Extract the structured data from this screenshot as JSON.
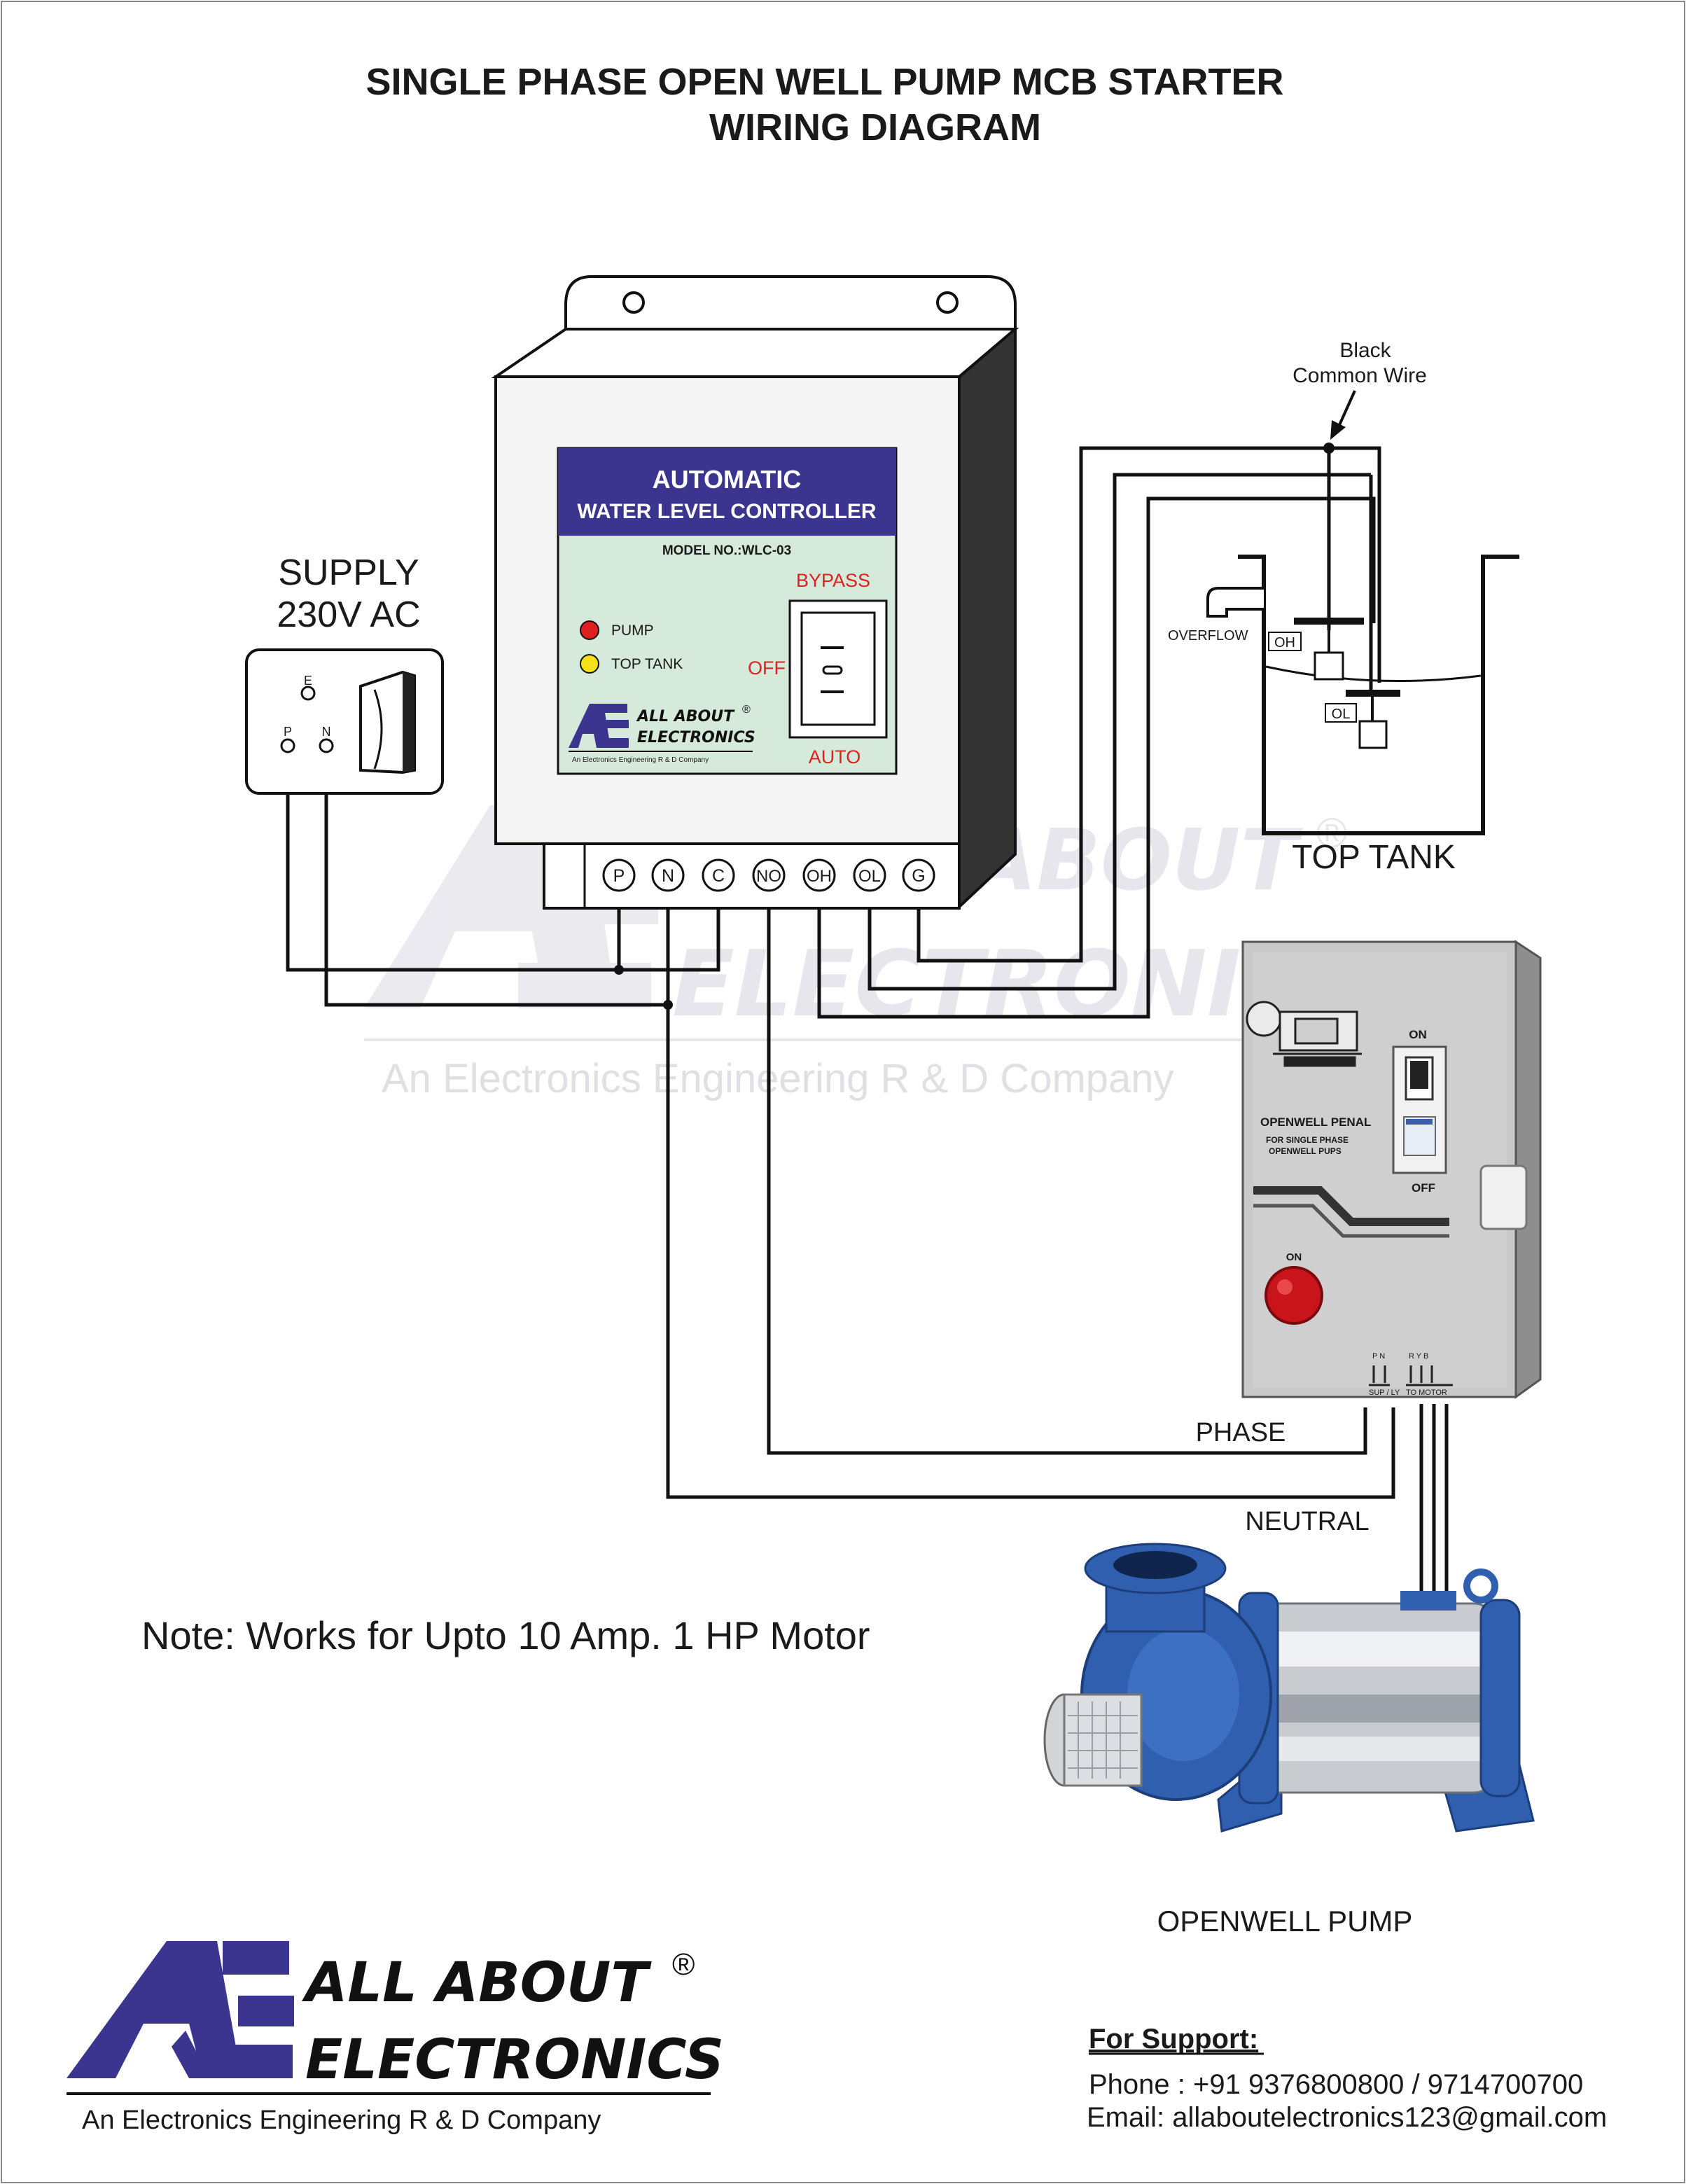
{
  "title": {
    "line1": "SINGLE PHASE OPEN WELL PUMP MCB STARTER",
    "line2": "WIRING DIAGRAM"
  },
  "supply": {
    "label1": "SUPPLY",
    "label2": "230V AC",
    "terminals": {
      "e": "E",
      "p": "P",
      "n": "N"
    }
  },
  "controller": {
    "title": "AUTOMATIC",
    "subtitle": "WATER LEVEL CONTROLLER",
    "model": "MODEL NO.:WLC-03",
    "bypass": "BYPASS",
    "off": "OFF",
    "auto": "AUTO",
    "pump_led": "PUMP",
    "tank_led": "TOP TANK",
    "brand_line1": "ALL ABOUT",
    "brand_line2": "ELECTRONICS",
    "brand_reg": "®",
    "brand_tagline": "An Electronics Engineering R & D Company",
    "terminals": [
      "P",
      "N",
      "C",
      "NO",
      "OH",
      "OL",
      "G"
    ],
    "colors": {
      "label_bg": "#3b3590",
      "panel_bg": "#d6eadb",
      "pump_led": "#e02020",
      "tank_led": "#f5e11a",
      "switch_text": "#e02020"
    }
  },
  "tank": {
    "wire_label1": "Black",
    "wire_label2": "Common Wire",
    "overflow": "OVERFLOW",
    "oh": "OH",
    "ol": "OL",
    "label": "TOP TANK"
  },
  "panel": {
    "title": "OPENWELL PENAL",
    "subtitle1": "FOR SINGLE PHASE",
    "subtitle2": "OPENWELL PUPS",
    "mcb_on": "ON",
    "mcb_off": "OFF",
    "lamp_on": "ON",
    "supply_terms": "P  N",
    "supply_label": "SUP / LY",
    "motor_terms": "R  Y  B",
    "motor_label": "TO MOTOR"
  },
  "wires": {
    "phase": "PHASE",
    "neutral": "NEUTRAL"
  },
  "pump": {
    "label": "OPENWELL PUMP"
  },
  "note": "Note: Works for Upto 10 Amp. 1 HP Motor",
  "watermark": {
    "line1": "ALL ABOUT",
    "line2": "ELECTRONICS",
    "reg": "®",
    "tagline": "An Electronics Engineering R & D Company"
  },
  "footer": {
    "brand_line1": "ALL ABOUT",
    "brand_line2": "ELECTRONICS",
    "brand_reg": "®",
    "tagline": "An Electronics Engineering R & D Company",
    "support_heading": "For Support:",
    "phone": "Phone : +91 9376800800 / 9714700700",
    "email": "Email: allaboutelectronics123@gmail.com",
    "brand_color": "#3b3590"
  }
}
